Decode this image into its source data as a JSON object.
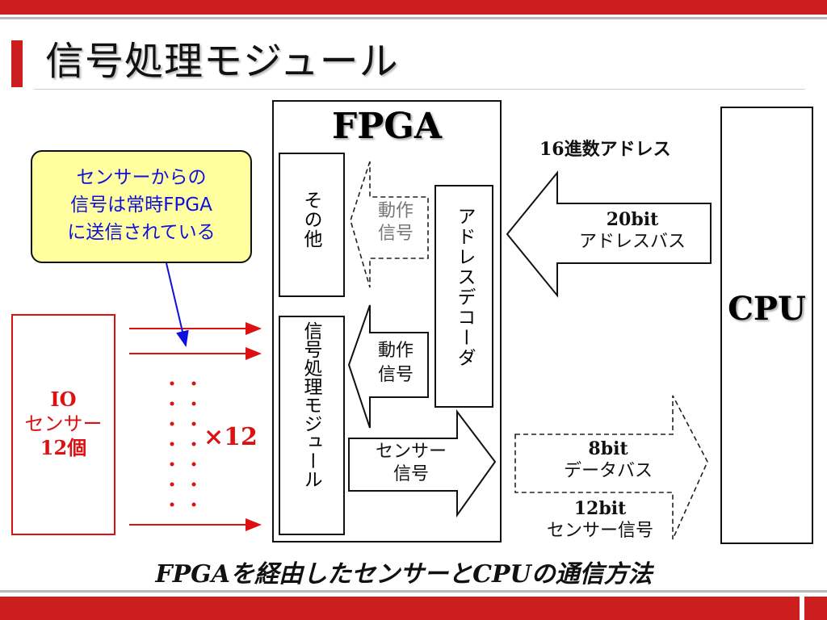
{
  "title": "信号処理モジュール",
  "fpga_label": "FPGA",
  "cpu_label": "CPU",
  "other_block": "その他",
  "signal_module_block": "信号処理モジュール",
  "address_decoder_block": "アドレスデコーダ",
  "action_signal_upper": [
    "動作",
    "信号"
  ],
  "action_signal_lower": [
    "動作",
    "信号"
  ],
  "sensor_signal_arrow": [
    "センサー",
    "信号"
  ],
  "hex_address_label": "16進数アドレス",
  "address_bus": [
    "20bit",
    "アドレスバス"
  ],
  "data_bus": [
    "8bit",
    "データバス"
  ],
  "sensor_signal_12bit": [
    "12bit",
    "センサー信号"
  ],
  "io_sensor": [
    "IO",
    "センサー",
    "12個"
  ],
  "multiplier": "×12",
  "callout": [
    "センサーからの",
    "信号は常時FPGA",
    "に送信されている"
  ],
  "caption": "FPGAを経由したセンサーとCPUの通信方法",
  "colors": {
    "accent": "#cc1e1e",
    "callout_text": "#1010dd",
    "callout_bg": "#ffffa0",
    "io_red": "#dd1111"
  }
}
